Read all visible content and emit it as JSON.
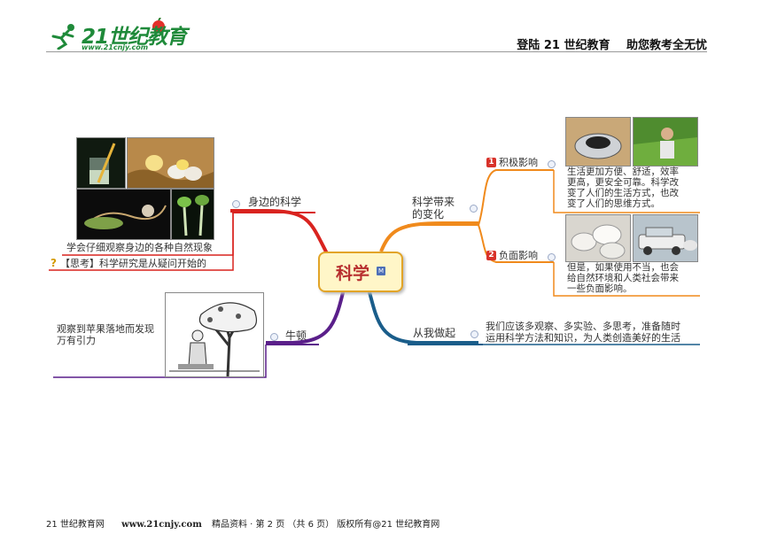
{
  "header": {
    "logo_text": "21世纪教育",
    "logo_url": "www.21cnjy.com",
    "slogan_left": "登陆 21 世纪教育",
    "slogan_right": "助您教考全无忧"
  },
  "mindmap": {
    "central": "科学",
    "central_badge": "M",
    "left_branches": [
      {
        "label": "身边的科学",
        "color": "#d9231f",
        "notes": [
          "学会仔细观察身边的各种自然现象",
          "【思考】科学研究是从疑问开始的"
        ],
        "images": [
          "beaker-with-straw",
          "hatching-chicks",
          "caterpillar-to-butterfly",
          "seed-sprouting"
        ]
      },
      {
        "label": "牛顿",
        "color": "#5a1f8a",
        "notes": [
          "观察到苹果落地而发现",
          "万有引力"
        ],
        "images": [
          "newton-under-apple-tree"
        ]
      }
    ],
    "right_branches": [
      {
        "label_lines": [
          "科学带来",
          "的变化"
        ],
        "color": "#f08a1c",
        "children": [
          {
            "num": "1",
            "label": "积极影响",
            "desc": [
              "生活更加方便、舒适，效率",
              "更高，更安全可靠。科学改",
              "变了人们的生活方式，也改",
              "变了人们的思维方式。"
            ],
            "images": [
              "robot-vacuum",
              "farmer-in-rice-field"
            ]
          },
          {
            "num": "2",
            "label": "负面影响",
            "desc": [
              "但是，如果使用不当，也会",
              "给自然环境和人类社会带来",
              "一些负面影响。"
            ],
            "images": [
              "plastic-waste-pile",
              "car-exhaust"
            ]
          }
        ]
      },
      {
        "label": "从我做起",
        "color": "#1a5d8a",
        "notes": [
          "我们应该多观察、多实验、多思考，准备随时",
          "运用科学方法和知识，为人类创造美好的生活"
        ]
      }
    ]
  },
  "footer": {
    "site": "21 世纪教育网",
    "url": "www.21cnjy.com",
    "page_info": "精品资料 · 第 2 页 （共 6 页） 版权所有@21 世纪教育网"
  }
}
